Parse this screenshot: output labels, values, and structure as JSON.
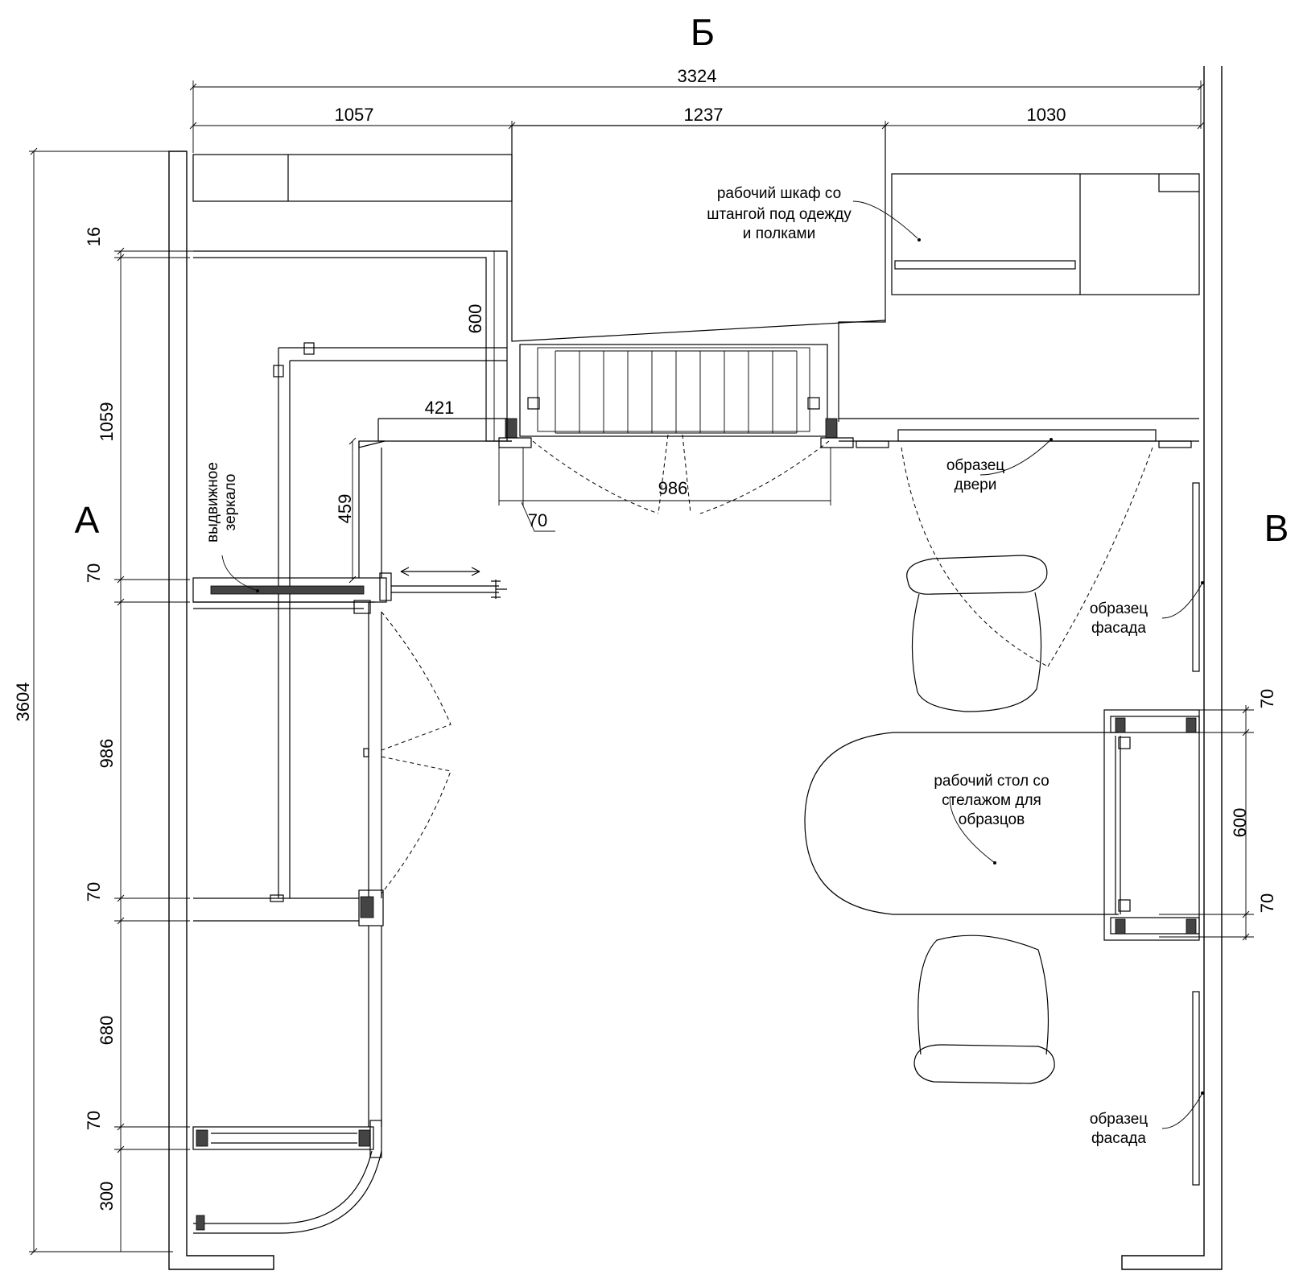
{
  "view_labels": {
    "top": "Б",
    "left": "А",
    "right": "В"
  },
  "dimensions": {
    "overall_width": "3324",
    "top_segments": [
      "1057",
      "1237",
      "1030"
    ],
    "overall_height": "3604",
    "left_chain": [
      "16",
      "1059",
      "70",
      "986",
      "70",
      "680",
      "70",
      "300"
    ],
    "cabinet_depth": "600",
    "step_421": "421",
    "step_459": "459",
    "door_width": "986",
    "door_offset": "70",
    "desk_depth": "600",
    "desk_side_top": "70",
    "desk_side_bottom": "70"
  },
  "notes": {
    "wardrobe": [
      "рабочий шкаф со",
      "штангой под одежду",
      "и полками"
    ],
    "door_sample": [
      "образец",
      "двери"
    ],
    "mirror": [
      "выдвижное",
      "зеркало"
    ],
    "facade_upper": [
      "образец",
      "фасада"
    ],
    "facade_lower": [
      "образец",
      "фасада"
    ],
    "desk": [
      "рабочий стол со",
      "стелажом для",
      "образцов"
    ]
  }
}
